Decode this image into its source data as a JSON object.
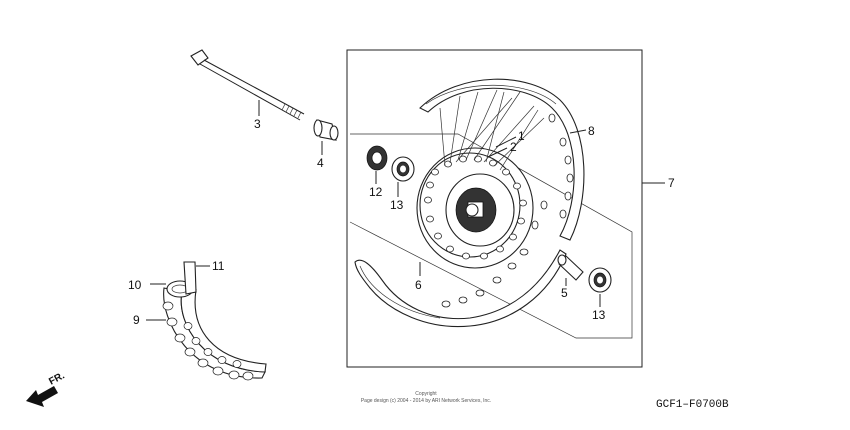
{
  "callouts": {
    "c1": "1",
    "c2": "2",
    "c3": "3",
    "c4": "4",
    "c5": "5",
    "c6": "6",
    "c7": "7",
    "c8": "8",
    "c9": "9",
    "c10": "10",
    "c11": "11",
    "c12": "12",
    "c13a": "13",
    "c13b": "13"
  },
  "direction_marker": "FR.",
  "copyright": {
    "line1": "Copyright",
    "line2": "Page design (c) 2004 - 2014 by ARI Network Services, Inc."
  },
  "diagram_code": "GCF1–F0700B"
}
